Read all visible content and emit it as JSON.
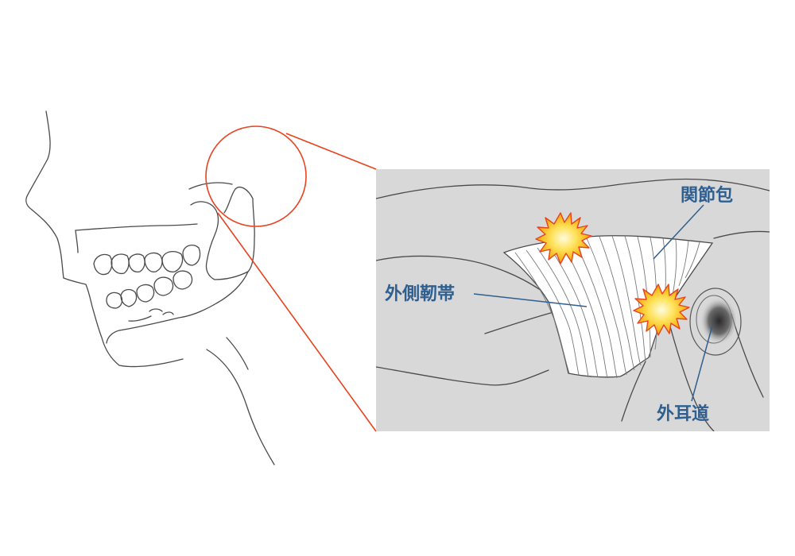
{
  "labels": {
    "capsule": "関節包",
    "lateral_ligament": "外側靭帯",
    "ear_canal": "外耳道"
  },
  "colors": {
    "highlight": "#e8431f",
    "leader": "#2f5f8f",
    "label_text": "#2f5f8f",
    "inset_bg": "#d8d8d8",
    "pain_fill": "#f5c400",
    "pain_stroke": "#e8431f"
  },
  "icons": {
    "pain_marker": "pain-burst-icon"
  }
}
